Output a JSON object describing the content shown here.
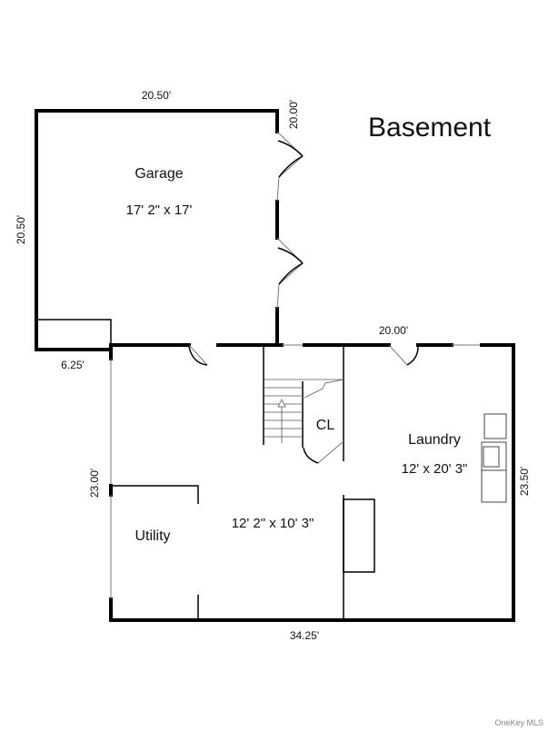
{
  "title": "Basement",
  "rooms": [
    {
      "name": "Garage",
      "size": "17' 2\" x 17'"
    },
    {
      "name": "CL",
      "size": ""
    },
    {
      "name": "Laundry",
      "size": "12' x 20' 3\""
    },
    {
      "name": "Utility",
      "size": ""
    },
    {
      "name": "",
      "size": "12' 2\" x 10' 3\""
    }
  ],
  "dimensions": {
    "garage_top": "20.50'",
    "garage_right": "20.00'",
    "garage_left": "20.50'",
    "garage_bottom": "6.25'",
    "laundry_top": "20.00'",
    "left": "23.00'",
    "right": "23.50'",
    "bottom": "34.25'"
  },
  "watermark": "OneKey MLS"
}
